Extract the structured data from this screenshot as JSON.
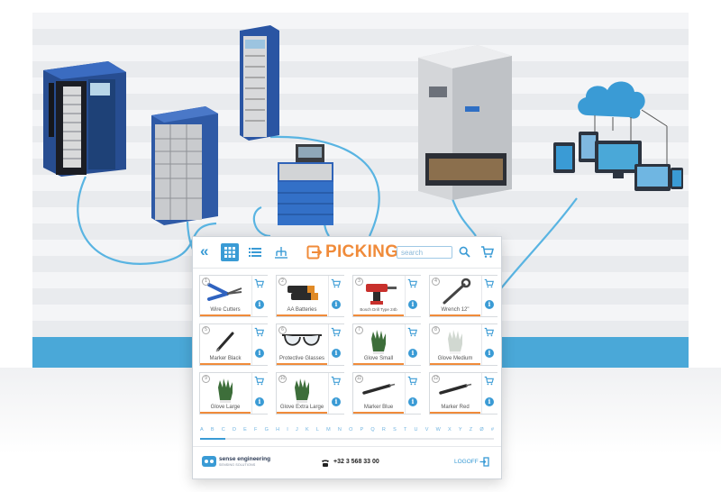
{
  "toolbar": {
    "title": "PICKING",
    "search_placeholder": "search"
  },
  "products": [
    {
      "label": "Wire Cutters",
      "num": "1"
    },
    {
      "label": "AA Batteries",
      "num": "2"
    },
    {
      "label": "Bosch Drill Type 24b",
      "num": "3",
      "small": true
    },
    {
      "label": "Wrench 12\"",
      "num": "4"
    },
    {
      "label": "Marker Black",
      "num": "5"
    },
    {
      "label": "Protective Glasses",
      "num": "6"
    },
    {
      "label": "Glove Small",
      "num": "7"
    },
    {
      "label": "Glove Medium",
      "num": "8"
    },
    {
      "label": "Glove Large",
      "num": "9"
    },
    {
      "label": "Glove Extra Large",
      "num": "10"
    },
    {
      "label": "Marker Blue",
      "num": "11"
    },
    {
      "label": "Marker Red",
      "num": "12"
    }
  ],
  "alphabet": [
    "A",
    "B",
    "C",
    "D",
    "E",
    "F",
    "G",
    "H",
    "I",
    "J",
    "K",
    "L",
    "M",
    "N",
    "O",
    "P",
    "Q",
    "R",
    "S",
    "T",
    "U",
    "V",
    "W",
    "X",
    "Y",
    "Z",
    "Ø",
    "#"
  ],
  "footer": {
    "brand_name": "sense engineering",
    "brand_sub": "SENSING SOLUTIONS",
    "phone": "+32 3 568 33 00",
    "logoff": "LOGOFF"
  },
  "colors": {
    "accent_blue": "#3a9bd5",
    "accent_orange": "#f08b3a",
    "band_blue": "#4aa8d8"
  },
  "info_glyph": "i"
}
